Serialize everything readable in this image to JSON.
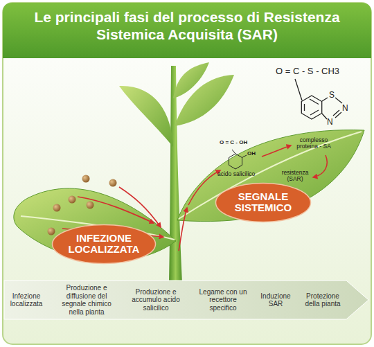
{
  "diagram": {
    "title": "Le principali fasi del processo di Resistenza Sistemica Acquisita (SAR)",
    "nodes": [
      {
        "text": [
          "INFEZIONE LOCALIZZATA"
        ]
      },
      {
        "text": [
          "SEGNALE SISTEMICO"
        ]
      },
      {
        "text": [
          "Infezione localizzata"
        ]
      },
      {
        "text": [
          "Produzione e diffusione del segnale chimico nella pianta"
        ]
      },
      {
        "text": [
          "Produzione e accumulo acido salicilico"
        ]
      },
      {
        "text": [
          "Legame con un recettore specifico"
        ]
      },
      {
        "text": [
          "Induzione SAR"
        ]
      },
      {
        "text": [
          "Protezione della pianta"
        ]
      }
    ],
    "labels": [
      "O = C - S - CH3",
      "S",
      "N",
      "N",
      "O = C - OH",
      "OH",
      "acido salicilico",
      "complesso proteina - SA",
      "resistenza (SAR)"
    ]
  }
}
